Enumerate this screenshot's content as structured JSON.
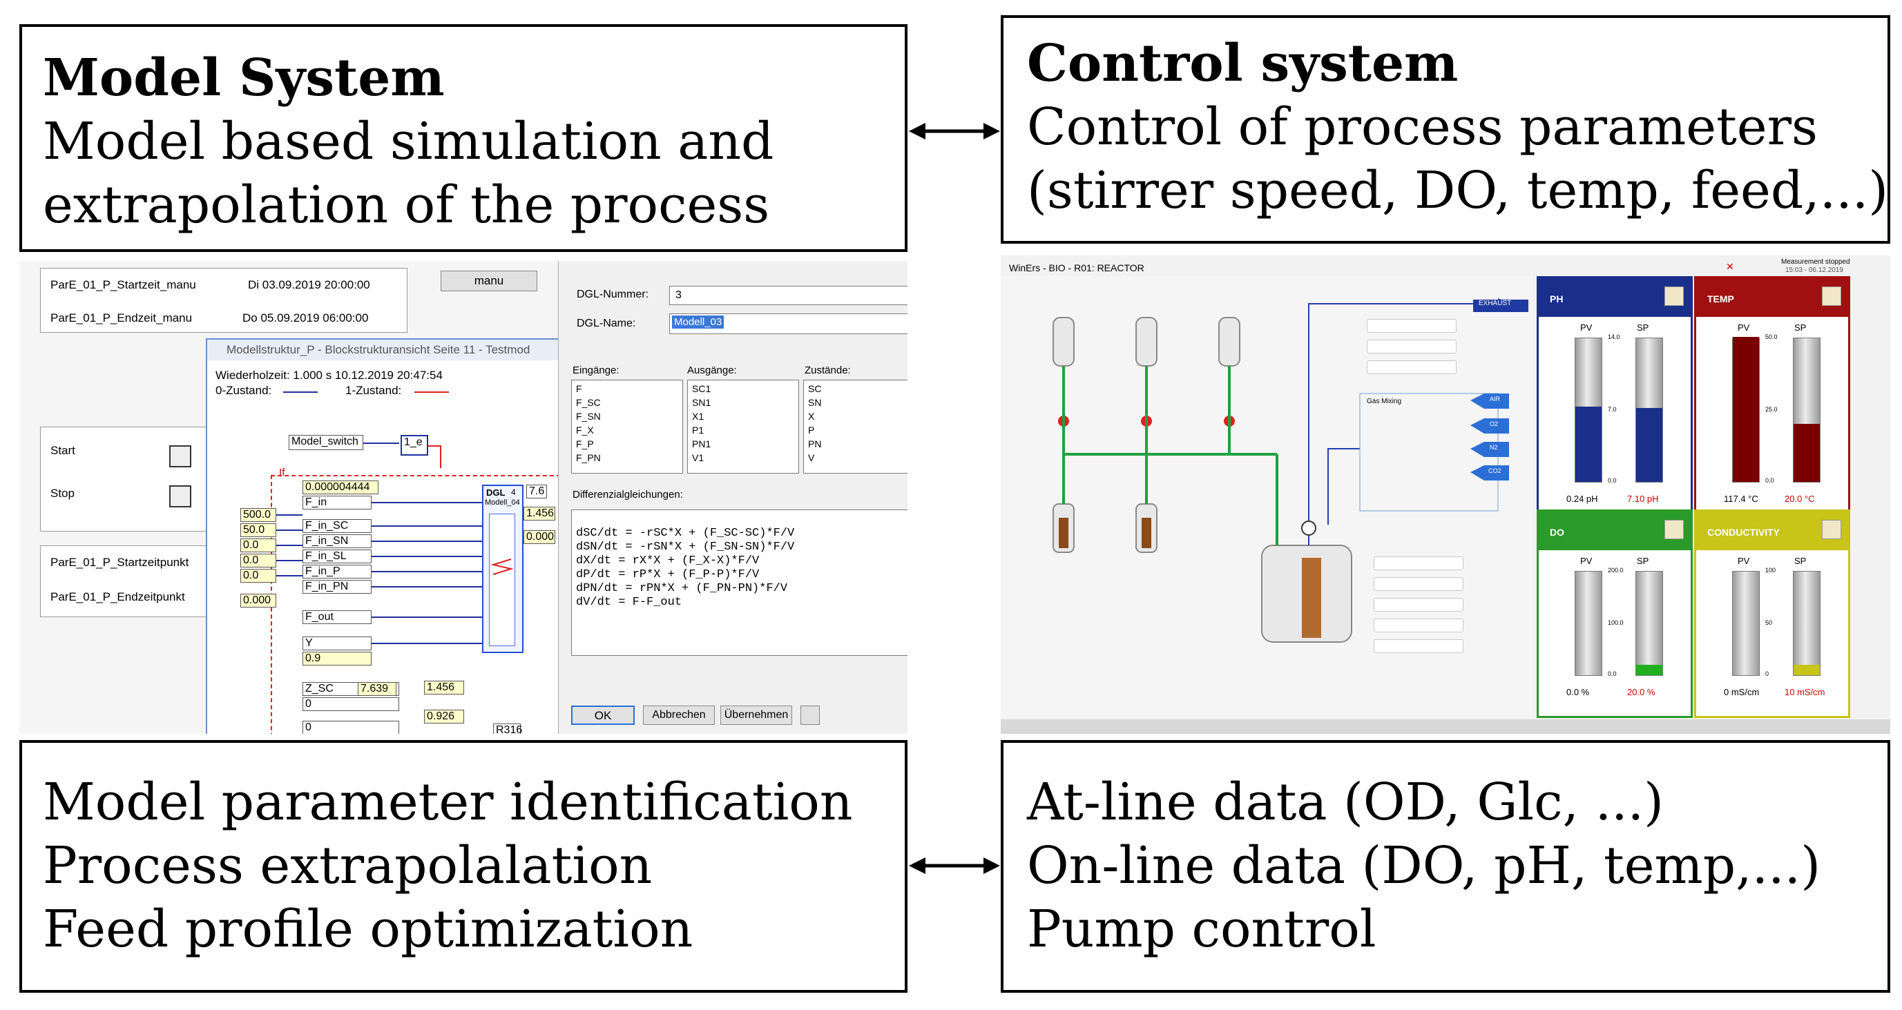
{
  "model_box": {
    "title": "Model System",
    "line1": "Model based simulation and",
    "line2": "extrapolation of the process"
  },
  "control_box": {
    "title": "Control system",
    "line1": "Control of process parameters",
    "line2": "(stirrer speed, DO, temp, feed,...)"
  },
  "bottom_left_box": {
    "line1": "Model parameter identification",
    "line2": "Process extrapolalation",
    "line3": "Feed profile optimization"
  },
  "bottom_right_box": {
    "line1": "At-line data (OD, Glc, ...)",
    "line2": "On-line data (DO, pH, temp,...)",
    "line3": "Pump control"
  },
  "model_screenshot": {
    "param_start_name": "ParE_01_P_Startzeit_manu",
    "param_start_value": "Di 03.09.2019 20:00:00",
    "param_end_name": "ParE_01_P_Endzeit_manu",
    "param_end_value": "Do 05.09.2019 06:00:00",
    "manu_button": "manu",
    "start_label": "Start",
    "stop_label": "Stop",
    "startpoint_label": "ParE_01_P_Startzeitpunkt",
    "endpoint_label": "ParE_01_P_Endzeitpunkt",
    "window_title": "Modellstruktur_P - Blockstrukturansicht Seite 11 - Testmod",
    "repeat_time": "Wiederholzeit: 1.000 s   10.12.2019 20:47:54",
    "state0": "0-Zustand:",
    "state1": "1-Zustand:",
    "model_switch": "Model_switch",
    "switch_val": "1_e",
    "if_label": "If",
    "blocks": {
      "b0": "0.000004444",
      "f_in": "F_in",
      "v500": "500.0",
      "f_in_sc": "F_in_SC",
      "v50": "50.0",
      "f_in_sn": "F_in_SN",
      "v00a": "0.0",
      "f_in_sl": "F_in_SL",
      "v00b": "0.0",
      "f_in_p": "F_in_P",
      "v00c": "0.0",
      "f_in_pn": "F_in_PN",
      "v000": "0.000",
      "f_out": "F_out",
      "y": "Y",
      "v09": "0.9",
      "z_sc": "Z_SC",
      "v7639": "7.639",
      "v0a": "0",
      "v0b": "0",
      "v1456a": "1.456",
      "v1456b": "1.456",
      "v0000": "0.000",
      "v0926": "0.926",
      "dgl": "DGL",
      "dgl_name": "Modell_04",
      "dgl_num": "4",
      "r316": "R316",
      "v76": "7.6"
    },
    "dialog": {
      "num_label": "DGL-Nummer:",
      "num_value": "3",
      "name_label": "DGL-Name:",
      "name_value": "Modell_03",
      "inputs_label": "Eingänge:",
      "outputs_label": "Ausgänge:",
      "states_label": "Zustände:",
      "inputs": [
        "F",
        "F_SC",
        "F_SN",
        "F_X",
        "F_P",
        "F_PN"
      ],
      "outputs": [
        "SC1",
        "SN1",
        "X1",
        "P1",
        "PN1",
        "V1"
      ],
      "states": [
        "SC",
        "SN",
        "X",
        "P",
        "PN",
        "V"
      ],
      "eq_label": "Differenzialgleichungen:",
      "equations": [
        "dSC/dt = -rSC*X + (F_SC-SC)*F/V",
        "dSN/dt = -rSN*X + (F_SN-SN)*F/V",
        "dX/dt = rX*X + (F_X-X)*F/V",
        "dP/dt = rP*X + (F_P-P)*F/V",
        "dPN/dt = rPN*X + (F_PN-PN)*F/V",
        "dV/dt = F-F_out"
      ],
      "ok": "OK",
      "cancel": "Abbrechen",
      "apply": "Übernehmen"
    }
  },
  "control_screenshot": {
    "title": "WinErs - BIO - R01: REACTOR",
    "status_line1": "Measurement stopped",
    "status_line2": "15:03 - 06.12.2019",
    "exhaust": "EXHAUST",
    "gas_mixing": "Gas Mixing",
    "air": "AIR",
    "o2": "O2",
    "n2": "N2",
    "co2": "CO2",
    "ph_tile": {
      "title": "PH",
      "pv_label": "PV",
      "sp_label": "SP",
      "scale_top": "14.0",
      "scale_mid": "7.0",
      "scale_bot": "0.0",
      "pv": "0.24 pH",
      "sp": "7.10 pH",
      "pv_fraction": 0.52,
      "sp_fraction": 0.51,
      "color": "#c9e3f5",
      "accent": "#1a2f8a"
    },
    "temp_tile": {
      "title": "TEMP",
      "pv_label": "PV",
      "sp_label": "SP",
      "scale_top": "50.0",
      "scale_mid": "25.0",
      "scale_bot": "0.0",
      "pv": "117.4 °C",
      "sp": "20.0 °C",
      "pv_fraction": 1.0,
      "sp_fraction": 0.4,
      "color": "#a01010",
      "accent": "#7a0000"
    },
    "do_tile": {
      "title": "DO",
      "pv_label": "PV",
      "sp_label": "SP",
      "scale_top": "200.0",
      "scale_mid": "100.0",
      "scale_bot": "0.0",
      "pv": "0.0 %",
      "sp": "20.0 %",
      "pv_fraction": 0.0,
      "sp_fraction": 0.1,
      "color": "#2a9a2a",
      "accent": "#20b020"
    },
    "cond_tile": {
      "title": "CONDUCTIVITY",
      "pv_label": "PV",
      "sp_label": "SP",
      "scale_top": "100",
      "scale_mid": "50",
      "scale_bot": "0",
      "pv": "0 mS/cm",
      "sp": "10 mS/cm",
      "pv_fraction": 0.0,
      "sp_fraction": 0.1,
      "color": "#c8c418",
      "accent": "#c8c418"
    }
  }
}
